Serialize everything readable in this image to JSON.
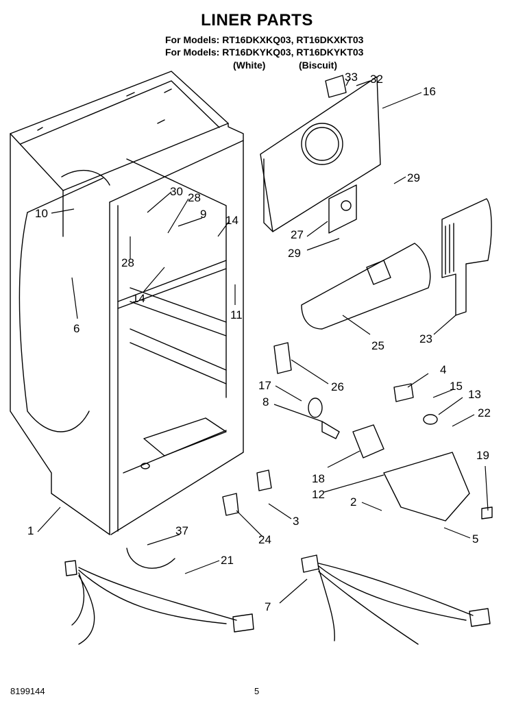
{
  "title": "LINER PARTS",
  "models_line_1": "For Models: RT16DKXKQ03, RT16DKXKT03",
  "models_line_2": "For Models: RT16DKYKQ03, RT16DKYKT03",
  "color_white": "(White)",
  "color_biscuit": "(Biscuit)",
  "doc_number": "8199144",
  "page_number": "5",
  "callouts": [
    "33",
    "32",
    "16",
    "29",
    "10",
    "30",
    "28",
    "9",
    "14",
    "27",
    "29",
    "28",
    "14",
    "11",
    "6",
    "25",
    "23",
    "26",
    "4",
    "17",
    "15",
    "13",
    "8",
    "22",
    "19",
    "18",
    "12",
    "2",
    "5",
    "1",
    "3",
    "24",
    "37",
    "21",
    "7"
  ]
}
